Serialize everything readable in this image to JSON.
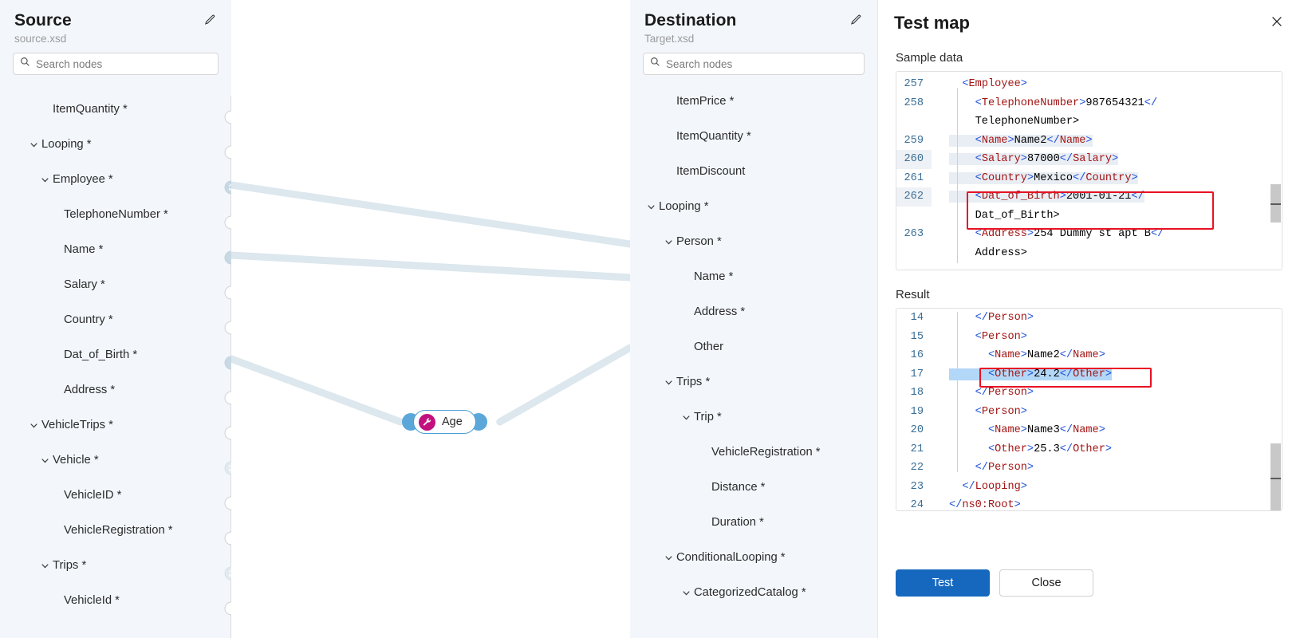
{
  "source": {
    "title": "Source",
    "file": "source.xsd",
    "edit_icon": "pencil-icon",
    "search": {
      "placeholder": "Search nodes",
      "value": "",
      "icon": "search-icon"
    },
    "nodes": [
      {
        "label": "ItemQuantity *",
        "depth": 1,
        "expandable": false,
        "connector": "plain",
        "connected": false
      },
      {
        "label": "Looping *",
        "depth": 0,
        "expandable": true,
        "connector": "plain",
        "connected": false
      },
      {
        "label": "Employee *",
        "depth": 1,
        "expandable": true,
        "connector": "loop",
        "connected": true
      },
      {
        "label": "TelephoneNumber *",
        "depth": 2,
        "expandable": false,
        "connector": "plain",
        "connected": false
      },
      {
        "label": "Name *",
        "depth": 2,
        "expandable": false,
        "connector": "plain",
        "connected": true
      },
      {
        "label": "Salary *",
        "depth": 2,
        "expandable": false,
        "connector": "plain",
        "connected": false
      },
      {
        "label": "Country *",
        "depth": 2,
        "expandable": false,
        "connector": "plain",
        "connected": false
      },
      {
        "label": "Dat_of_Birth *",
        "depth": 2,
        "expandable": false,
        "connector": "plain",
        "connected": true
      },
      {
        "label": "Address *",
        "depth": 2,
        "expandable": false,
        "connector": "plain",
        "connected": false
      },
      {
        "label": "VehicleTrips *",
        "depth": 0,
        "expandable": true,
        "connector": "plain",
        "connected": false
      },
      {
        "label": "Vehicle *",
        "depth": 1,
        "expandable": true,
        "connector": "loop",
        "connected": false
      },
      {
        "label": "VehicleID *",
        "depth": 2,
        "expandable": false,
        "connector": "plain",
        "connected": false
      },
      {
        "label": "VehicleRegistration *",
        "depth": 2,
        "expandable": false,
        "connector": "plain",
        "connected": false
      },
      {
        "label": "Trips *",
        "depth": 1,
        "expandable": true,
        "connector": "loop",
        "connected": false
      },
      {
        "label": "VehicleId *",
        "depth": 2,
        "expandable": false,
        "connector": "plain",
        "connected": false
      }
    ]
  },
  "destination": {
    "title": "Destination",
    "file": "Target.xsd",
    "edit_icon": "pencil-icon",
    "search": {
      "placeholder": "Search nodes",
      "value": "",
      "icon": "search-icon"
    },
    "nodes": [
      {
        "label": "ItemPrice *",
        "depth": 1,
        "expandable": false,
        "connector": "plain",
        "connected": false
      },
      {
        "label": "ItemQuantity *",
        "depth": 1,
        "expandable": false,
        "connector": "plain",
        "connected": false
      },
      {
        "label": "ItemDiscount",
        "depth": 1,
        "expandable": false,
        "connector": "plain",
        "connected": false
      },
      {
        "label": "Looping *",
        "depth": 0,
        "expandable": true,
        "connector": "plain",
        "connected": false
      },
      {
        "label": "Person *",
        "depth": 1,
        "expandable": true,
        "connector": "loop",
        "connected": true
      },
      {
        "label": "Name *",
        "depth": 2,
        "expandable": false,
        "connector": "plain",
        "connected": true
      },
      {
        "label": "Address *",
        "depth": 2,
        "expandable": false,
        "connector": "plain",
        "connected": false
      },
      {
        "label": "Other",
        "depth": 2,
        "expandable": false,
        "connector": "plain",
        "connected": true
      },
      {
        "label": "Trips *",
        "depth": 1,
        "expandable": true,
        "connector": "plain",
        "connected": false
      },
      {
        "label": "Trip *",
        "depth": 2,
        "expandable": true,
        "connector": "loop",
        "connected": false
      },
      {
        "label": "VehicleRegistration *",
        "depth": 3,
        "expandable": false,
        "connector": "plain",
        "connected": false
      },
      {
        "label": "Distance *",
        "depth": 3,
        "expandable": false,
        "connector": "plain",
        "connected": false
      },
      {
        "label": "Duration *",
        "depth": 3,
        "expandable": false,
        "connector": "plain",
        "connected": false
      },
      {
        "label": "ConditionalLooping *",
        "depth": 1,
        "expandable": true,
        "connector": "plain",
        "connected": false
      },
      {
        "label": "CategorizedCatalog *",
        "depth": 2,
        "expandable": true,
        "connector": "loop",
        "connected": false
      }
    ]
  },
  "canvas": {
    "function_node": {
      "label": "Age",
      "icon": "wrench-icon",
      "icon_color": "#c2107e",
      "border_color": "#4a9fd4",
      "handle_color": "#5ba7d9"
    },
    "edge_color": "#dce7ee"
  },
  "test_map": {
    "title": "Test map",
    "close_icon": "close-icon",
    "sample_label": "Sample data",
    "result_label": "Result",
    "sample_lines": [
      {
        "n": "257",
        "indent": 1,
        "text": "<Employee>"
      },
      {
        "n": "258",
        "indent": 2,
        "text": "<TelephoneNumber>987654321</"
      },
      {
        "n": "",
        "indent": 2,
        "text": "TelephoneNumber>"
      },
      {
        "n": "259",
        "indent": 2,
        "text": "<Name>Name2</Name>"
      },
      {
        "n": "260",
        "indent": 2,
        "text": "<Salary>87000</Salary>"
      },
      {
        "n": "261",
        "indent": 2,
        "text": "<Country>Mexico</Country>"
      },
      {
        "n": "262",
        "indent": 2,
        "text": "<Dat_of_Birth>2001-01-21</"
      },
      {
        "n": "",
        "indent": 2,
        "text": "Dat_of_Birth>"
      },
      {
        "n": "263",
        "indent": 2,
        "text": "<Address>254 Dummy st apt B</"
      },
      {
        "n": "",
        "indent": 2,
        "text": "Address>"
      }
    ],
    "result_lines": [
      {
        "n": "14",
        "indent": 2,
        "text": "</Person>"
      },
      {
        "n": "15",
        "indent": 2,
        "text": "<Person>"
      },
      {
        "n": "16",
        "indent": 3,
        "text": "<Name>Name2</Name>"
      },
      {
        "n": "17",
        "indent": 3,
        "text": "<Other>24.2</Other>"
      },
      {
        "n": "18",
        "indent": 2,
        "text": "</Person>"
      },
      {
        "n": "19",
        "indent": 2,
        "text": "<Person>"
      },
      {
        "n": "20",
        "indent": 3,
        "text": "<Name>Name3</Name>"
      },
      {
        "n": "21",
        "indent": 3,
        "text": "<Other>25.3</Other>"
      },
      {
        "n": "22",
        "indent": 2,
        "text": "</Person>"
      },
      {
        "n": "23",
        "indent": 1,
        "text": "</Looping>"
      },
      {
        "n": "24",
        "indent": 0,
        "text": "</ns0:Root>"
      }
    ],
    "highlight_color": "#e81123",
    "selection_color": "#b3d7f7",
    "test_button": "Test",
    "close_button": "Close",
    "primary_color": "#1668bf"
  }
}
